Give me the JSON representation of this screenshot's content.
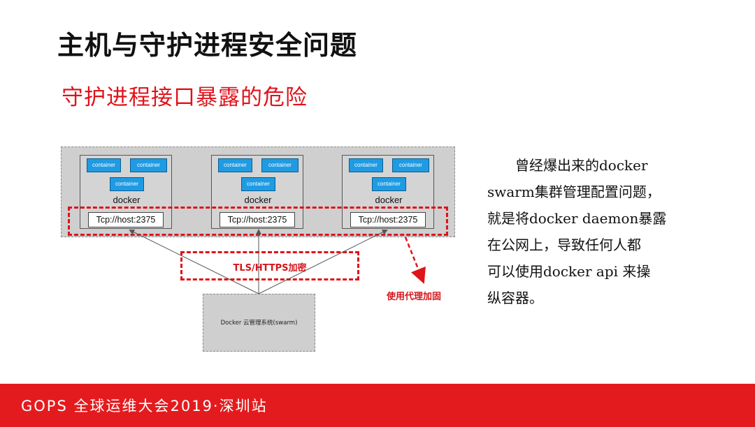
{
  "slide": {
    "title": "主机与守护进程安全问题",
    "subtitle": "守护进程接口暴露的危险"
  },
  "diagram": {
    "hosts": [
      {
        "containers": [
          "container",
          "container",
          "container"
        ],
        "engine": "docker",
        "endpoint": "Tcp://host:2375"
      },
      {
        "containers": [
          "container",
          "container",
          "container"
        ],
        "engine": "docker",
        "endpoint": "Tcp://host:2375"
      },
      {
        "containers": [
          "container",
          "container",
          "container"
        ],
        "engine": "docker",
        "endpoint": "Tcp://host:2375"
      }
    ],
    "tls_label": "TLS/HTTPS加密",
    "proxy_label": "使用代理加固",
    "manager_label": "Docker 云管理系统(swarm)",
    "colors": {
      "accent_red": "#e0121a",
      "container_blue": "#1f9be3",
      "panel_gray": "#cfcfcf"
    }
  },
  "description": {
    "lines": [
      "　　曾经爆出来的docker",
      "swarm集群管理配置问题，",
      "就是将docker daemon暴露",
      "在公网上，导致任何人都",
      "可以使用docker api 来操",
      "纵容器。"
    ]
  },
  "footer": {
    "text": "GOPS 全球运维大会2019·深圳站",
    "color": "#e41b1e"
  }
}
